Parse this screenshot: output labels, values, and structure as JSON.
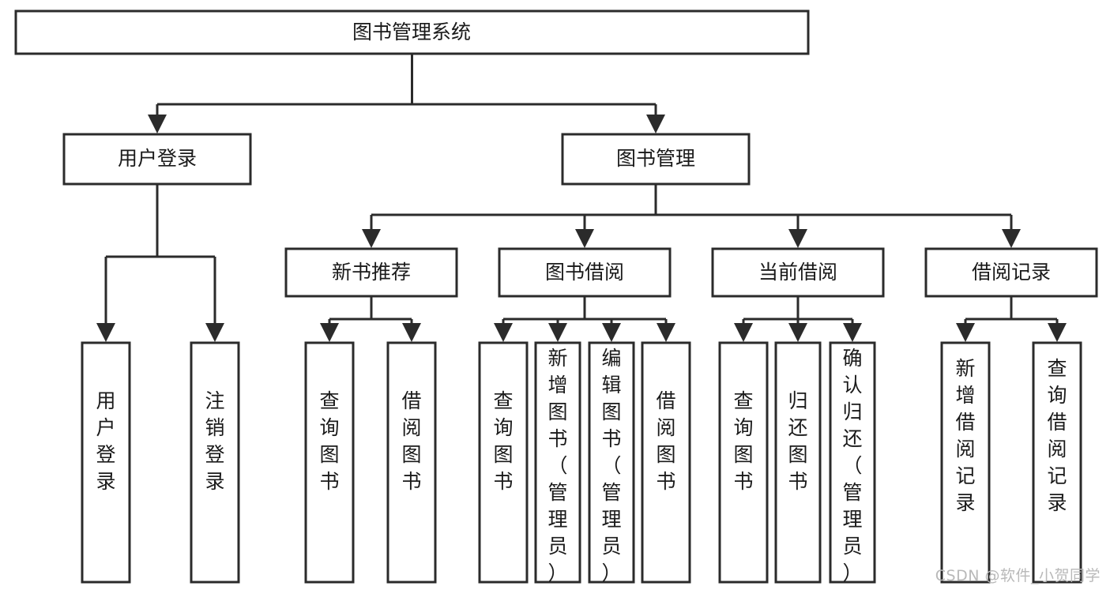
{
  "diagram": {
    "title_node": {
      "label": "图书管理系统"
    },
    "level2": [
      {
        "id": "user-login",
        "label": "用户登录"
      },
      {
        "id": "book-management",
        "label": "图书管理"
      }
    ],
    "level3": [
      {
        "id": "new-book-recommend",
        "label": "新书推荐"
      },
      {
        "id": "book-borrow",
        "label": "图书借阅"
      },
      {
        "id": "current-borrow",
        "label": "当前借阅"
      },
      {
        "id": "borrow-record",
        "label": "借阅记录"
      }
    ],
    "leaves": {
      "user_login": [
        {
          "id": "leaf-user-login",
          "label": "用户登录"
        },
        {
          "id": "leaf-logout-login",
          "label": "注销登录"
        }
      ],
      "new_book_recommend": [
        {
          "id": "leaf-query-book-1",
          "label": "查询图书"
        },
        {
          "id": "leaf-borrow-book-1",
          "label": "借阅图书"
        }
      ],
      "book_borrow": [
        {
          "id": "leaf-query-book-2",
          "label": "查询图书"
        },
        {
          "id": "leaf-add-book",
          "label": "新增图书（管理员）"
        },
        {
          "id": "leaf-edit-book",
          "label": "编辑图书（管理员）"
        },
        {
          "id": "leaf-borrow-book-2",
          "label": "借阅图书"
        }
      ],
      "current_borrow": [
        {
          "id": "leaf-query-book-3",
          "label": "查询图书"
        },
        {
          "id": "leaf-return-book",
          "label": "归还图书"
        },
        {
          "id": "leaf-confirm-return",
          "label": "确认归还（管理员）"
        }
      ],
      "borrow_record": [
        {
          "id": "leaf-add-record",
          "label": "新增借阅记录"
        },
        {
          "id": "leaf-query-record",
          "label": "查询借阅记录"
        }
      ]
    }
  },
  "watermark": {
    "text": "CSDN @软件_小贺同学"
  },
  "colors": {
    "box_stroke": "#2b2b2b",
    "box_fill": "#ffffff",
    "text": "#1a1a1a",
    "watermark": "#b9b9b9",
    "background": "#ffffff"
  }
}
